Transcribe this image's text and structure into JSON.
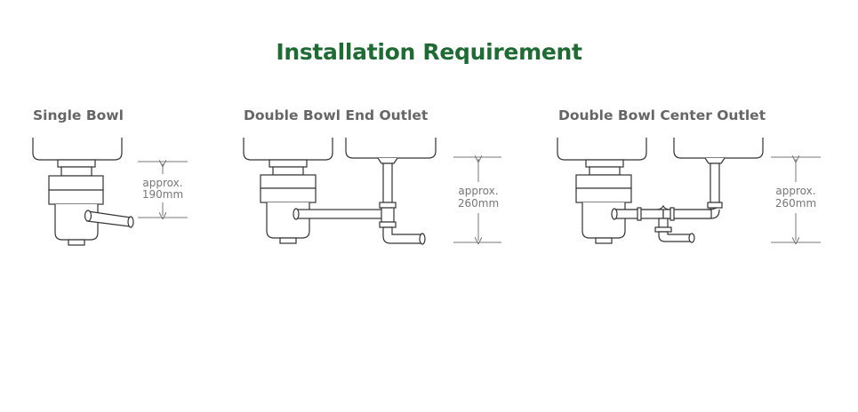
{
  "title": "Installation Requirement",
  "colors": {
    "title": "#1e6b34",
    "heading": "#666666",
    "line": "#333333"
  },
  "configurations": [
    {
      "heading": "Single Bowl",
      "dimension_line1": "approx.",
      "dimension_line2": "190mm"
    },
    {
      "heading": "Double Bowl End Outlet",
      "dimension_line1": "approx.",
      "dimension_line2": "260mm"
    },
    {
      "heading": "Double Bowl Center Outlet",
      "dimension_line1": "approx.",
      "dimension_line2": "260mm"
    }
  ]
}
